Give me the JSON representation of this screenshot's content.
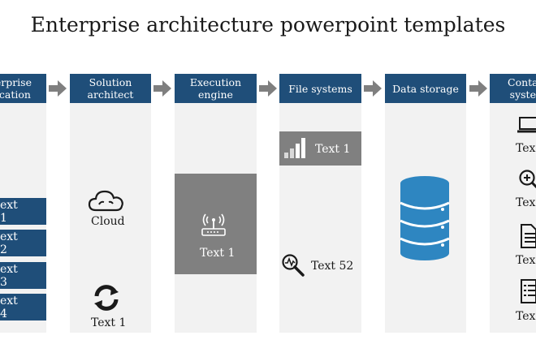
{
  "title": "Enterprise architecture powerpoint templates",
  "columns": [
    {
      "header_line1": "erprise",
      "header_line2": "ication"
    },
    {
      "header_line1": "Solution",
      "header_line2": "architect"
    },
    {
      "header_line1": "Execution",
      "header_line2": "engine"
    },
    {
      "header_line1": "File systems",
      "header_line2": ""
    },
    {
      "header_line1": "Data storage",
      "header_line2": ""
    },
    {
      "header_line1": "Conta",
      "header_line2": "syste"
    }
  ],
  "col1_items": [
    "ext 1",
    "ext 2",
    "ext 3",
    "ext 4"
  ],
  "col2": {
    "cloud_label": "Cloud",
    "sync_label": "Text 1"
  },
  "col3": {
    "box_label": "Text 1"
  },
  "col4": {
    "bar_label": "Text 1",
    "search_label": "Text 52"
  },
  "col6_items": [
    "Tex",
    "Tex",
    "Tex",
    "Tex"
  ],
  "colors": {
    "header_blue": "#1f4e79",
    "column_bg": "#f2f2f2",
    "gray_box": "#808080",
    "db_blue": "#2e86c1",
    "arrow": "#7f7f7f"
  }
}
